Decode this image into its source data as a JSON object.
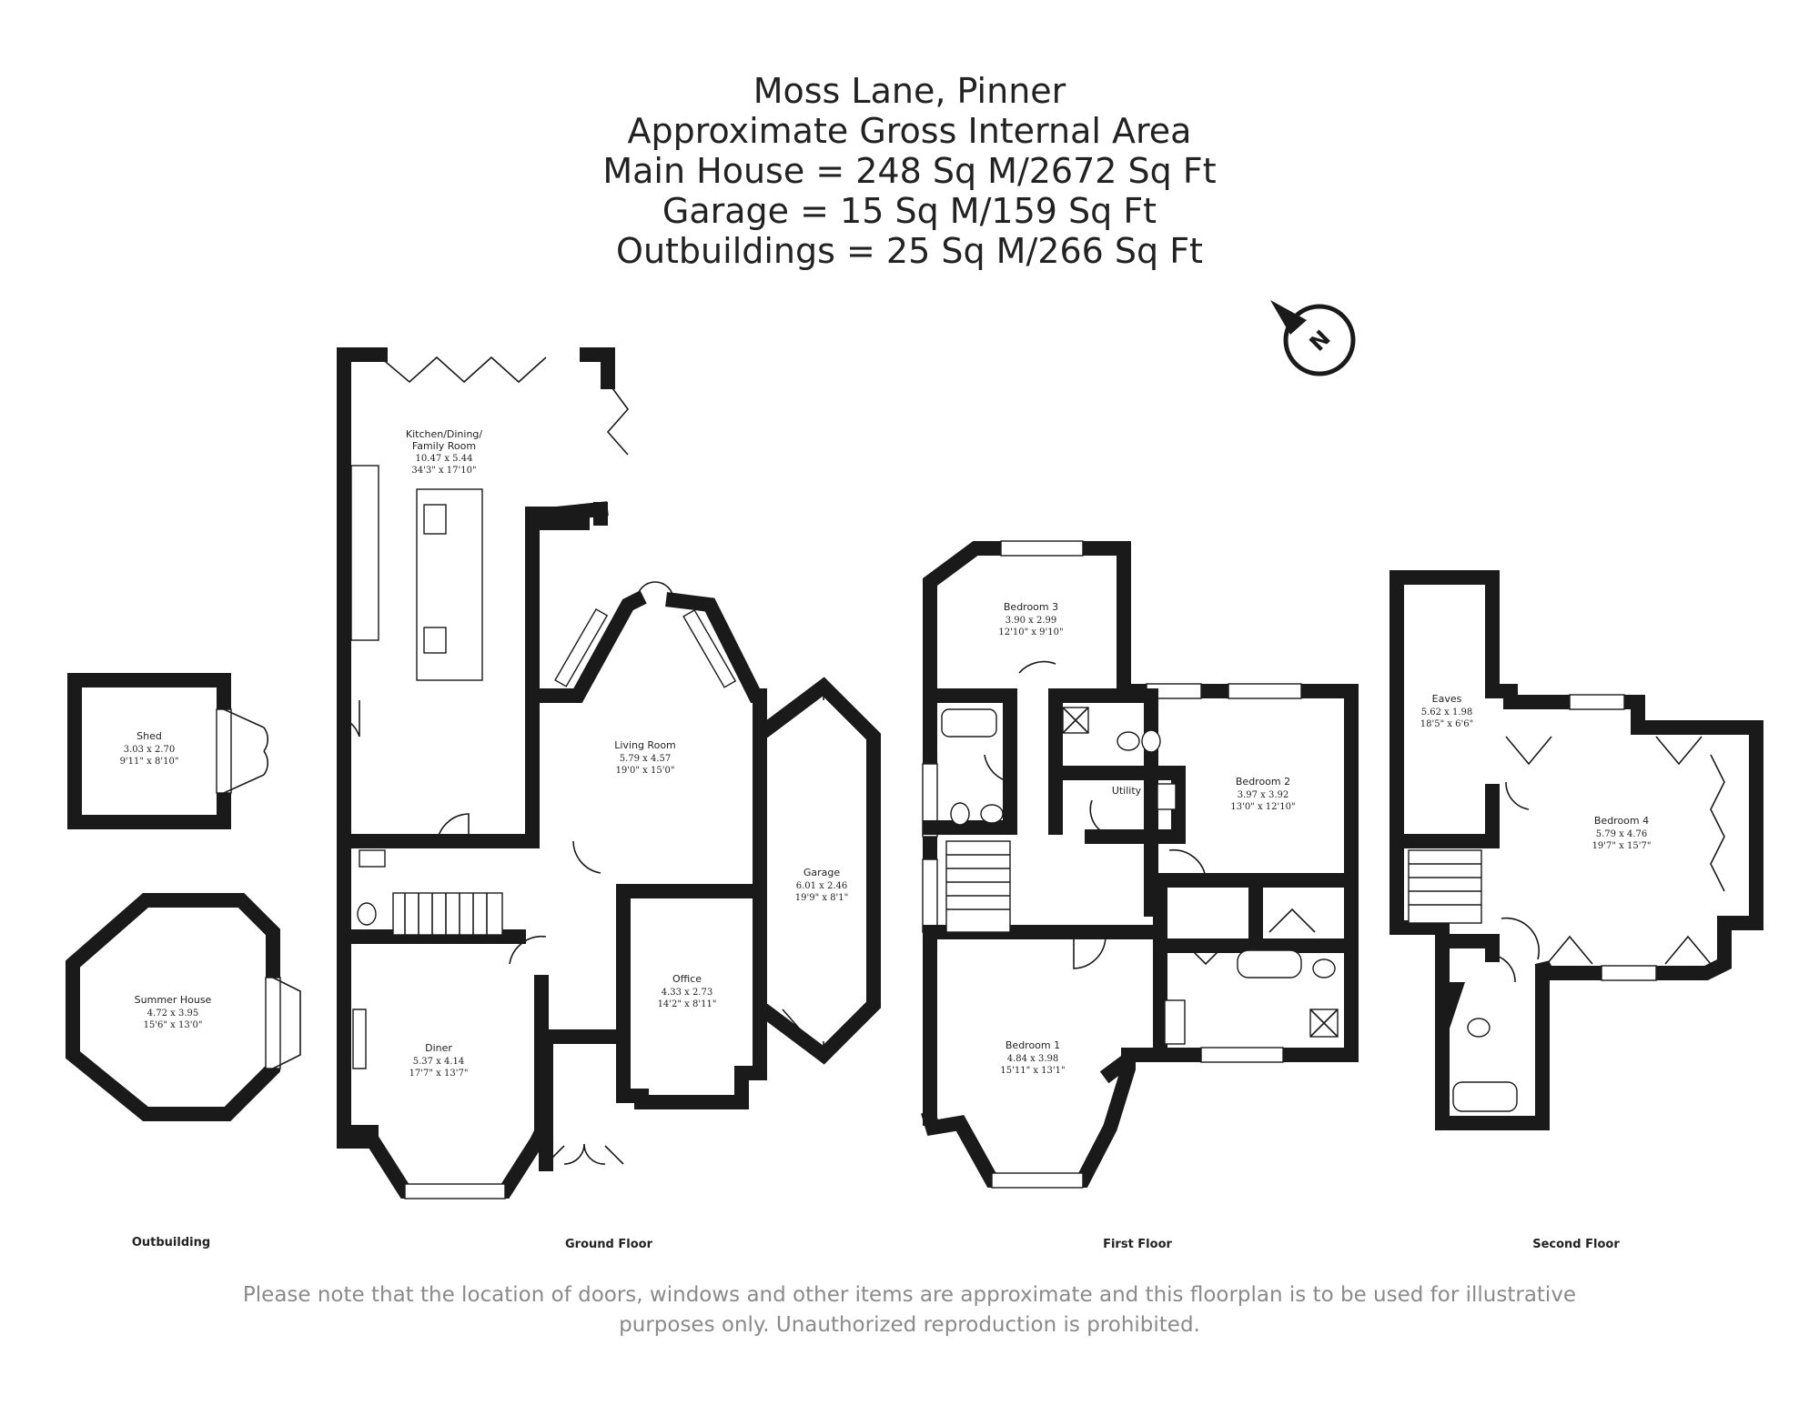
{
  "header": {
    "line1": "Moss Lane, Pinner",
    "line2": "Approximate Gross Internal Area",
    "line3": "Main House = 248 Sq M/2672 Sq Ft",
    "line4": "Garage = 15 Sq M/159 Sq Ft",
    "line5": "Outbuildings = 25 Sq M/266 Sq Ft"
  },
  "compass": {
    "letter": "N"
  },
  "floors": {
    "outbuilding": "Outbuilding",
    "ground": "Ground Floor",
    "first": "First Floor",
    "second": "Second Floor"
  },
  "rooms": {
    "shed": {
      "name": "Shed",
      "metric": "3.03 x 2.70",
      "imperial": "9'11\" x 8'10\""
    },
    "summer_house": {
      "name": "Summer House",
      "metric": "4.72 x 3.95",
      "imperial": "15'6\" x 13'0\""
    },
    "kitchen": {
      "name1": "Kitchen/Dining/",
      "name2": "Family Room",
      "metric": "10.47 x 5.44",
      "imperial": "34'3\" x 17'10\""
    },
    "living": {
      "name": "Living Room",
      "metric": "5.79 x 4.57",
      "imperial": "19'0\" x 15'0\""
    },
    "garage": {
      "name": "Garage",
      "metric": "6.01 x 2.46",
      "imperial": "19'9\" x 8'1\""
    },
    "office": {
      "name": "Office",
      "metric": "4.33 x 2.73",
      "imperial": "14'2\" x 8'11\""
    },
    "diner": {
      "name": "Diner",
      "metric": "5.37 x 4.14",
      "imperial": "17'7\" x 13'7\""
    },
    "bedroom3": {
      "name": "Bedroom 3",
      "metric": "3.90 x 2.99",
      "imperial": "12'10\" x 9'10\""
    },
    "bedroom2": {
      "name": "Bedroom 2",
      "metric": "3.97 x 3.92",
      "imperial": "13'0\" x 12'10\""
    },
    "utility": {
      "name": "Utility"
    },
    "bedroom1": {
      "name": "Bedroom 1",
      "metric": "4.84 x 3.98",
      "imperial": "15'11\" x 13'1\""
    },
    "eaves": {
      "name": "Eaves",
      "metric": "5.62 x 1.98",
      "imperial": "18'5\" x 6'6\""
    },
    "bedroom4": {
      "name": "Bedroom 4",
      "metric": "5.79 x 4.76",
      "imperial": "19'7\" x 15'7\""
    }
  },
  "disclaimer": {
    "line1": "Please note that the location of doors, windows and other items are approximate and this floorplan is to be used for illustrative",
    "line2": "purposes only. Unauthorized reproduction is prohibited."
  }
}
